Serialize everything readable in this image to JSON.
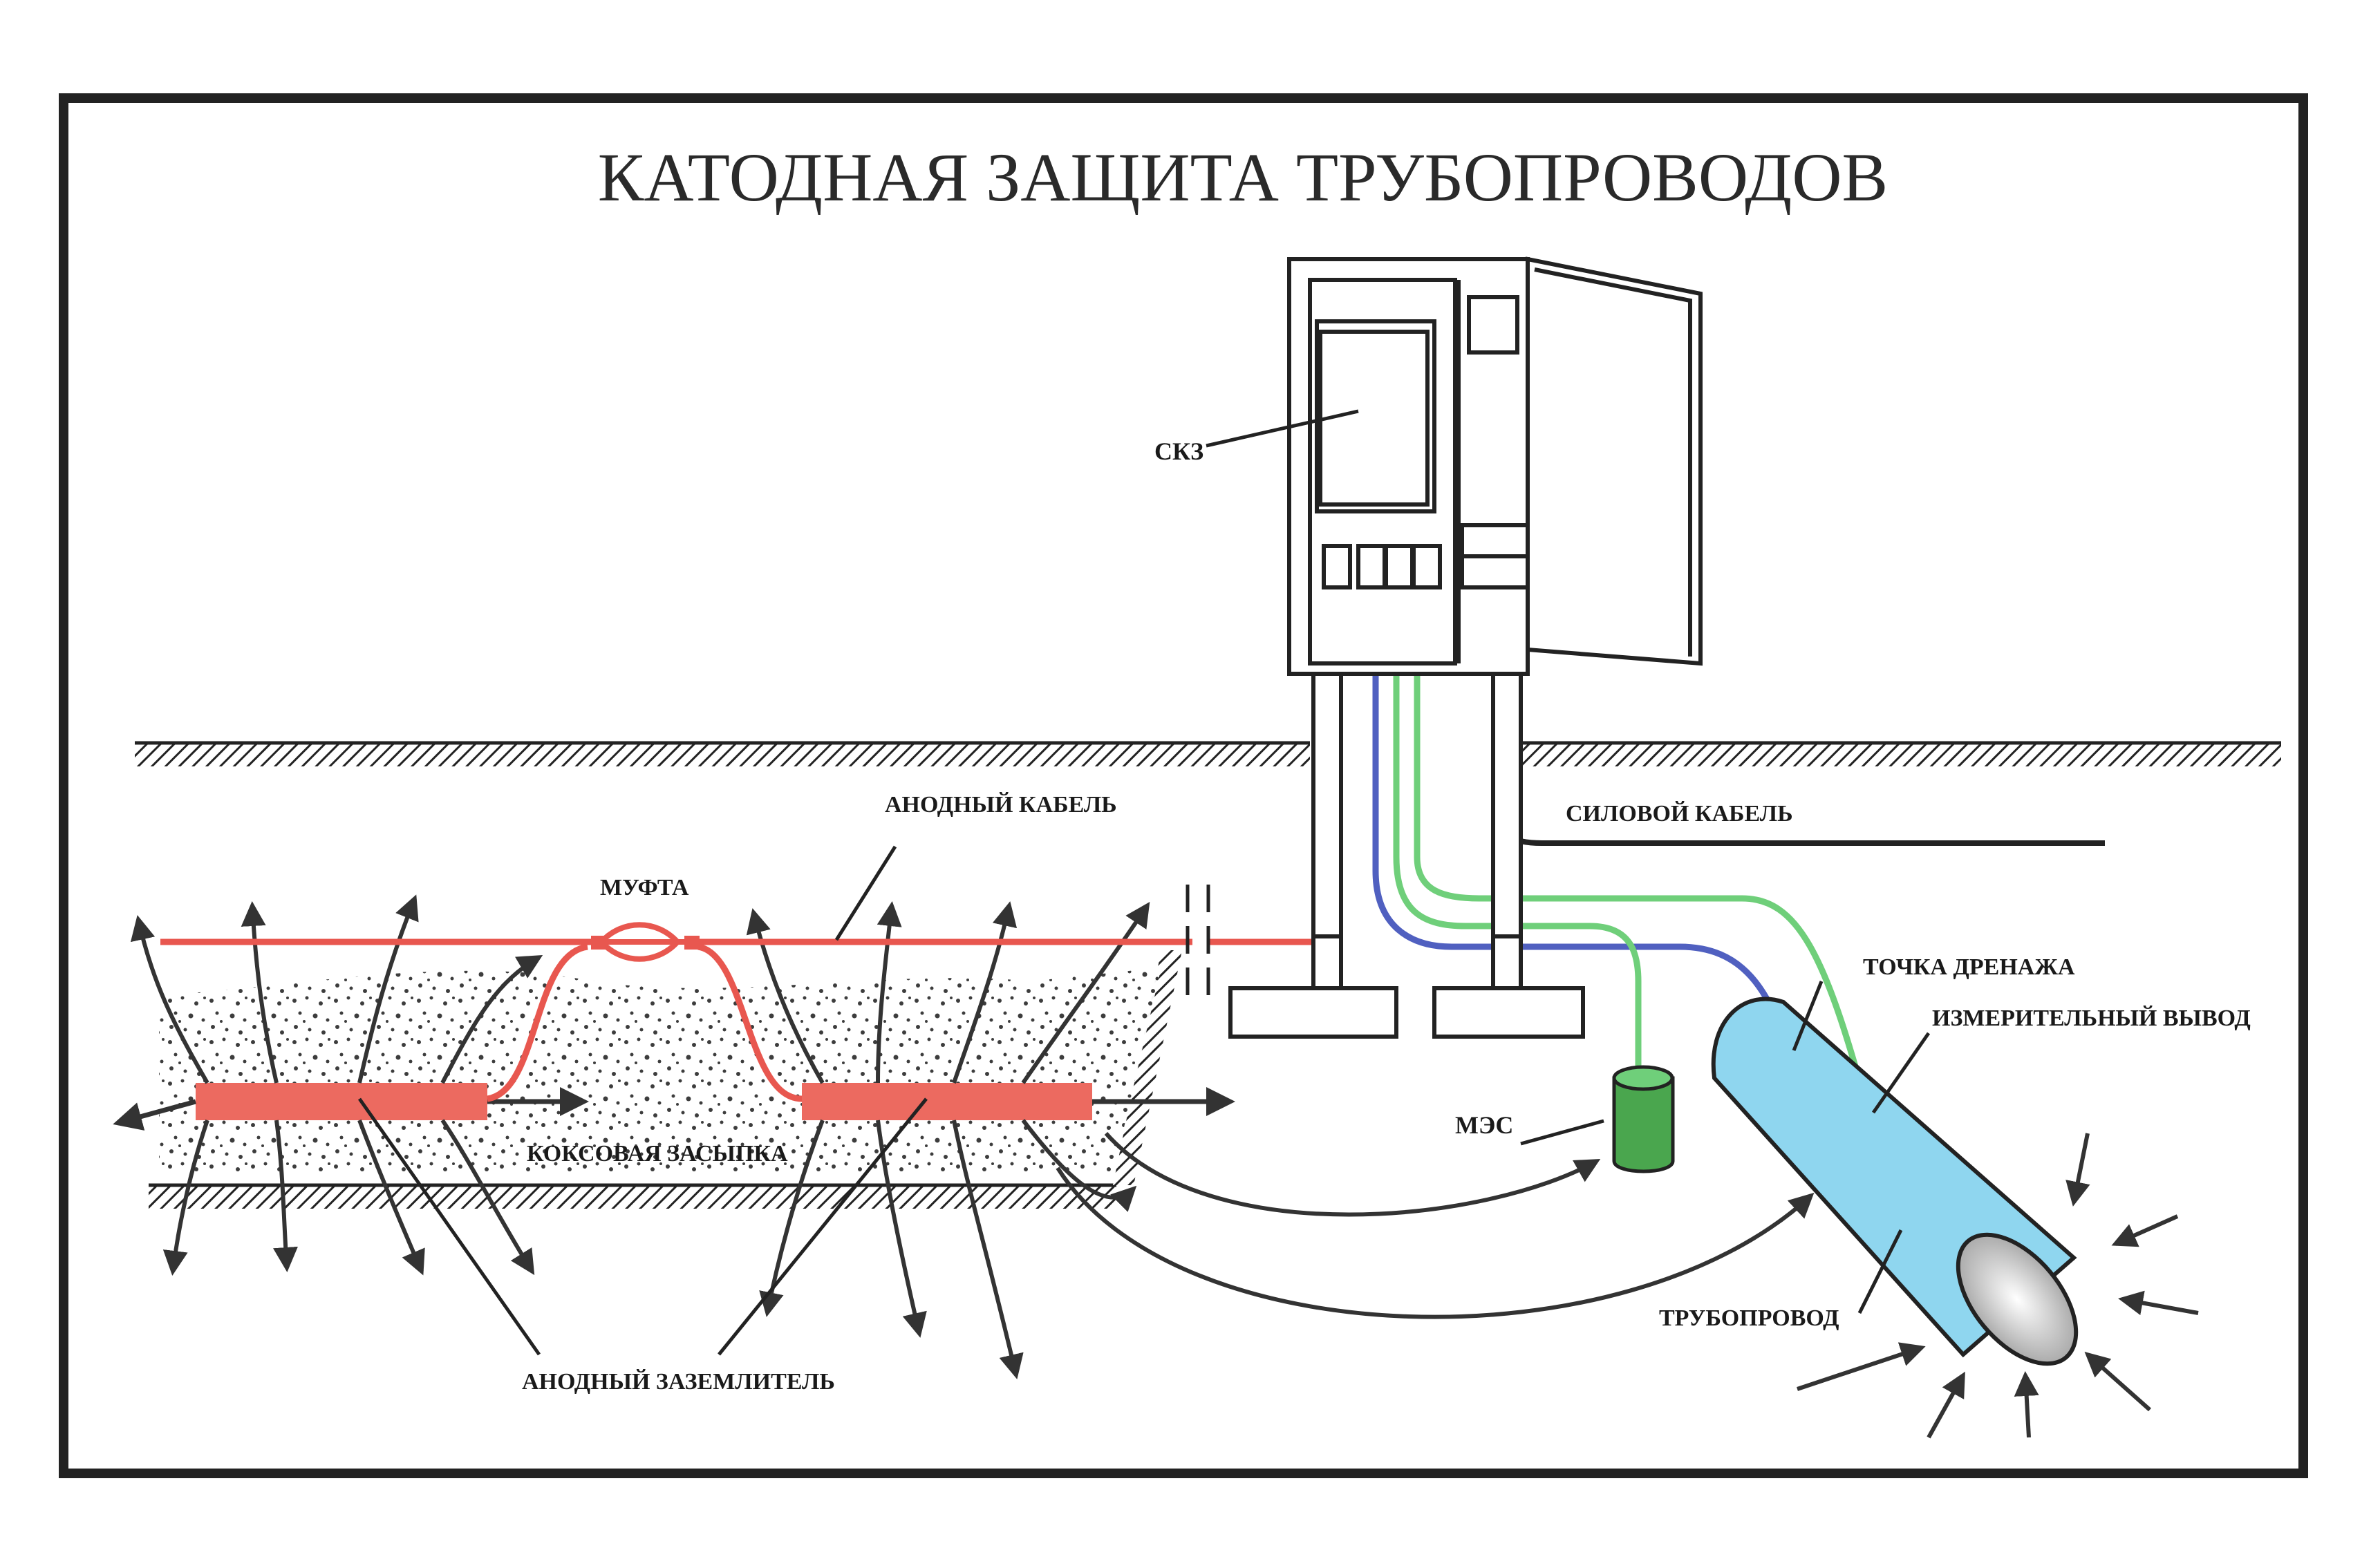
{
  "title": "КАТОДНАЯ ЗАЩИТА ТРУБОПРОВОДОВ",
  "labels": {
    "skz": "СКЗ",
    "anode_cable": "АНОДНЫЙ КАБЕЛЬ",
    "coupling": "МУФТА",
    "power_cable": "СИЛОВОЙ КАБЕЛЬ",
    "drain_point": "ТОЧКА ДРЕНАЖА",
    "measuring_lead": "ИЗМЕРИТЕЛЬНЫЙ ВЫВОД",
    "mes": "МЭС",
    "coke_backfill": "КОКСОВАЯ ЗАСЫПКА",
    "pipeline": "ТРУБОПРОВОД",
    "anode_ground": "АНОДНЫЙ ЗАЗЕМЛИТЕЛЬ"
  },
  "colors": {
    "anode_cable": "#e8574f",
    "anode_rod": "#ec6a60",
    "cathode_cable": "#5060c0",
    "measuring_cable": "#6fcf7a",
    "pipe_fill": "#8fd6ef",
    "mes_fill": "#4aa64e",
    "outline": "#222222"
  }
}
